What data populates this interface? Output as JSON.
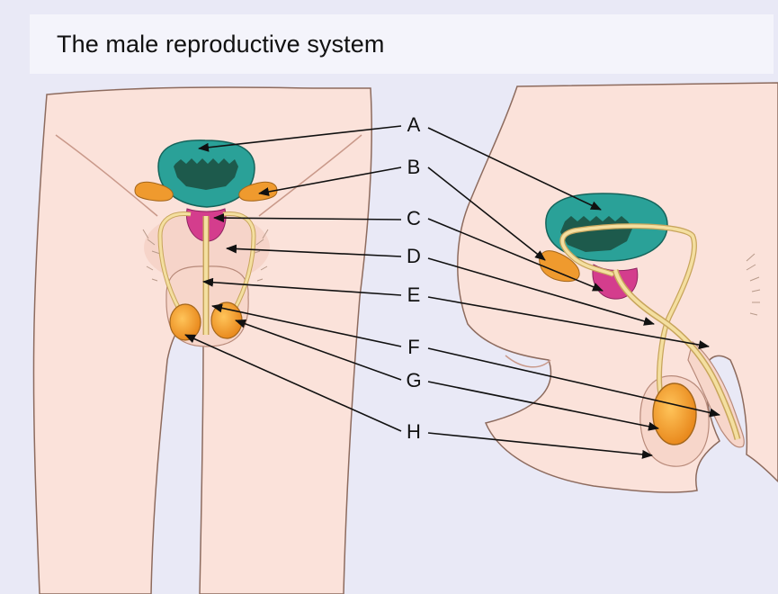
{
  "title": "The male reproductive system",
  "labels": [
    "A",
    "B",
    "C",
    "D",
    "E",
    "F",
    "G",
    "H"
  ],
  "colors": {
    "background": "#e9e9f6",
    "banner": "#f4f4fb",
    "skin": "#fbe2da",
    "skin_shadow": "#eab8a8",
    "outline": "#8d6b5e",
    "bladder": "#2aa198",
    "bladder_inner": "#1d5a4c",
    "prostate": "#d43d8d",
    "testis": "#ef9a2e",
    "duct": "#f4dfa0",
    "duct_outline": "#c8a55c",
    "pointer": "#111111"
  }
}
